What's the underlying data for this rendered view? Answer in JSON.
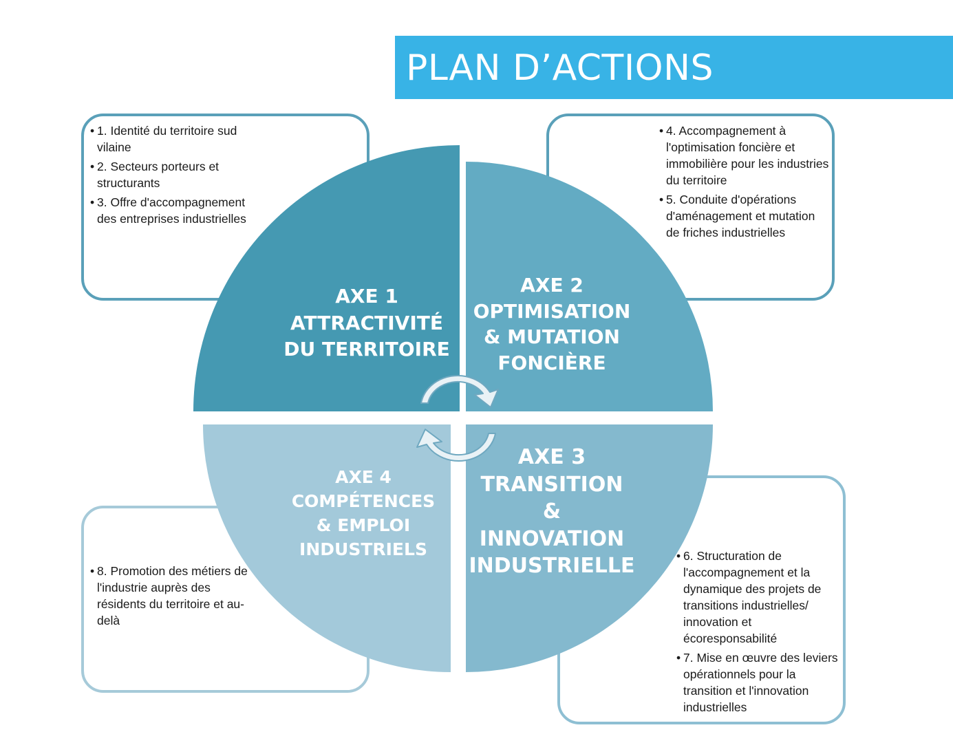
{
  "title": "PLAN D’ACTIONS",
  "colors": {
    "title_bar": "#38b3e6",
    "axe1": "#4599b2",
    "axe2": "#63abc3",
    "axe3": "#84b9ce",
    "axe4": "#a3c9da"
  },
  "axes": [
    {
      "lines": [
        "AXE 1",
        "ATTRACTIVITÉ",
        "DU TERRITOIRE"
      ]
    },
    {
      "lines": [
        "AXE 2",
        "OPTIMISATION",
        "& MUTATION",
        "FONCIÈRE"
      ]
    },
    {
      "lines": [
        "AXE 3",
        "TRANSITION",
        "&",
        "INNOVATION",
        "INDUSTRIELLE"
      ]
    },
    {
      "lines": [
        "AXE 4",
        "COMPÉTENCES",
        "& EMPLOI",
        "INDUSTRIELS"
      ]
    }
  ],
  "actions": {
    "axe1": [
      "1. Identité du territoire sud vilaine",
      "2. Secteurs porteurs et structurants",
      "3. Offre d'accompagnement des entreprises industrielles"
    ],
    "axe2": [
      "4. Accompagnement à l'optimisation foncière et immobilière pour les industries du territoire",
      "5. Conduite d'opérations d'aménagement et mutation de friches industrielles"
    ],
    "axe3": [
      "6. Structuration de l'accompagnement et la dynamique des projets de transitions industrielles/ innovation et écoresponsabilité",
      "7. Mise en œuvre des leviers opérationnels pour la transition et l'innovation industrielles"
    ],
    "axe4": [
      "8. Promotion des métiers de l'industrie auprès des résidents du territoire et au-delà"
    ]
  },
  "icons": [
    "cycle-arrow-top-icon",
    "cycle-arrow-bottom-icon"
  ]
}
